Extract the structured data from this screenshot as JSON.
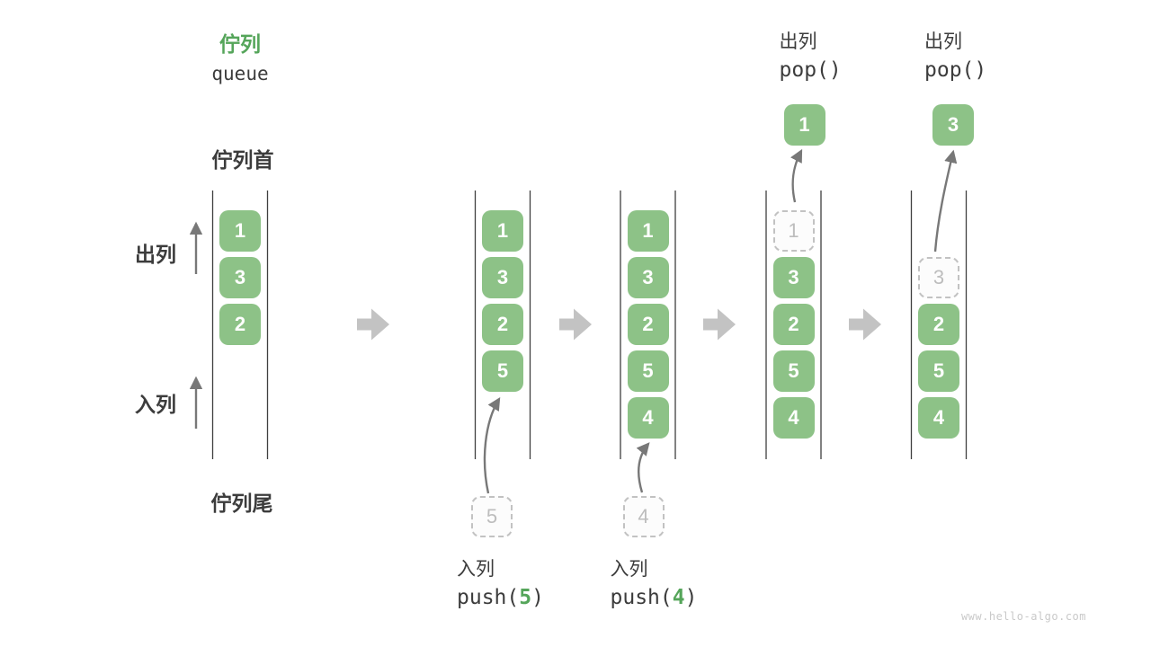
{
  "title": {
    "zh": "佇列",
    "en": "queue"
  },
  "side_labels": {
    "front": "佇列首",
    "rear": "佇列尾",
    "dequeue": "出列",
    "enqueue": "入列"
  },
  "states": [
    {
      "cells": [
        {
          "row": 0,
          "value": "1"
        },
        {
          "row": 1,
          "value": "3"
        },
        {
          "row": 2,
          "value": "2"
        }
      ]
    },
    {
      "cells": [
        {
          "row": 0,
          "value": "1"
        },
        {
          "row": 1,
          "value": "3"
        },
        {
          "row": 2,
          "value": "2"
        },
        {
          "row": 3,
          "value": "5"
        }
      ],
      "incoming": {
        "value": "5"
      },
      "op": {
        "position": "bottom",
        "label": "入列",
        "code_prefix": "push(",
        "arg": "5",
        "code_suffix": ")"
      }
    },
    {
      "cells": [
        {
          "row": 0,
          "value": "1"
        },
        {
          "row": 1,
          "value": "3"
        },
        {
          "row": 2,
          "value": "2"
        },
        {
          "row": 3,
          "value": "5"
        },
        {
          "row": 4,
          "value": "4"
        }
      ],
      "incoming": {
        "value": "4"
      },
      "op": {
        "position": "bottom",
        "label": "入列",
        "code_prefix": "push(",
        "arg": "4",
        "code_suffix": ")"
      }
    },
    {
      "cells": [
        {
          "row": 0,
          "value": "1",
          "ghost": true
        },
        {
          "row": 1,
          "value": "3"
        },
        {
          "row": 2,
          "value": "2"
        },
        {
          "row": 3,
          "value": "5"
        },
        {
          "row": 4,
          "value": "4"
        }
      ],
      "outgoing": {
        "value": "1"
      },
      "op": {
        "position": "top",
        "label": "出列",
        "code": "pop()"
      }
    },
    {
      "cells": [
        {
          "row": 1,
          "value": "3",
          "ghost": true
        },
        {
          "row": 2,
          "value": "2"
        },
        {
          "row": 3,
          "value": "5"
        },
        {
          "row": 4,
          "value": "4"
        }
      ],
      "outgoing": {
        "value": "3"
      },
      "op": {
        "position": "top",
        "label": "出列",
        "code": "pop()"
      }
    }
  ],
  "watermark": "www.hello-algo.com",
  "colors": {
    "cell_green": "#8dc287",
    "accent_green": "#55a55a",
    "text_dark": "#3c3c3c",
    "wall_dark": "#3f3f3f",
    "arrow_gray": "#787878",
    "block_arrow_gray": "#c3c3c3",
    "ghost_border": "#c2c2c2",
    "ghost_text": "#bdbdbd",
    "watermark_gray": "#c9c9c9"
  }
}
